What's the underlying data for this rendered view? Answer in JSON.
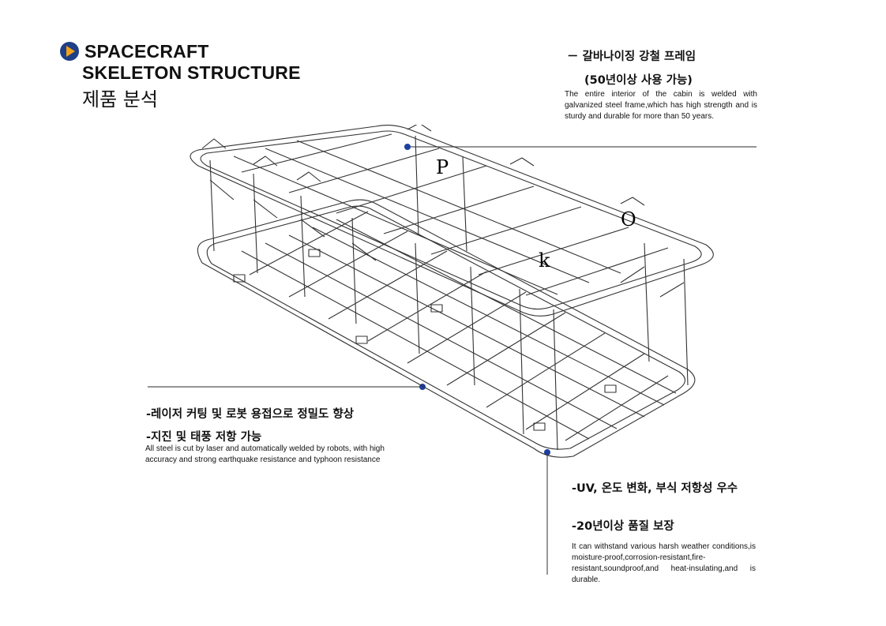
{
  "header": {
    "title_line1": "SPACECRAFT",
    "title_line2": "SKELETON STRUCTURE",
    "subtitle": "제품 분석",
    "logo_icon": "play-circle-icon",
    "logo_colors": {
      "circle": "#1f3f86",
      "arrow": "#f3a21a"
    }
  },
  "callout_top": {
    "heading1": "－ 갈바나이징 강철 프레임",
    "heading2": "(50년이상 사용 가능)",
    "body": "The entire interior of the cabin is welded with galvanized steel frame,which has high strength and is sturdy and durable for more than 50 years."
  },
  "callout_left": {
    "heading1": "-레이저 커팅 및 로봇 용접으로 정밀도 향상",
    "heading2": "-지진 및 태풍 저항 가능",
    "body": "All steel is cut by laser and automatically welded by robots, with high accuracy and strong earthquake resistance and typhoon  resistance"
  },
  "callout_bottom": {
    "heading1": "-UV, 온도 변화, 부식 저항성 우수",
    "heading2": "-20년이상 품질 보장",
    "body": "It can withstand various harsh weather conditions,is moisture-proof,corrosion-resistant,fire-resistant,soundproof,and heat-insulating,and is durable."
  },
  "diagram_labels": {
    "p": "P",
    "o": "O",
    "k": "k"
  },
  "accent_color": "#1d3fa0"
}
